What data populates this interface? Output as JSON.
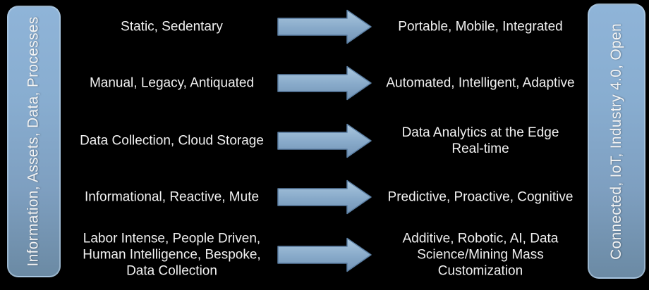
{
  "left_pill": {
    "label": "Information, Assets, Data, Processes"
  },
  "right_pill": {
    "label": "Connected, IoT, Industry 4.0, Open"
  },
  "rows": [
    {
      "left": "Static, Sedentary",
      "right": "Portable, Mobile, Integrated"
    },
    {
      "left": "Manual, Legacy, Antiquated",
      "right": "Automated, Intelligent, Adaptive"
    },
    {
      "left": "Data Collection, Cloud Storage",
      "right": "Data Analytics at the Edge\nReal-time"
    },
    {
      "left": "Informational, Reactive, Mute",
      "right": "Predictive, Proactive, Cognitive"
    },
    {
      "left": "Labor Intense, People Driven,\nHuman Intelligence, Bespoke,\nData Collection",
      "right": "Additive, Robotic, AI, Data\nScience/Mining Mass\nCustomization"
    }
  ],
  "icons": {
    "arrow": "right-block-arrow-icon"
  },
  "colors": {
    "background": "#000000",
    "text": "#f1f1f1",
    "pill_top": "#8fb4d8",
    "pill_bottom": "#6b8aa4",
    "pill_border": "#bed6ea",
    "arrow_top": "#b9d1e6",
    "arrow_mid": "#87a9c9",
    "arrow_bottom": "#7494b6",
    "arrow_border": "#5a7ea2"
  }
}
